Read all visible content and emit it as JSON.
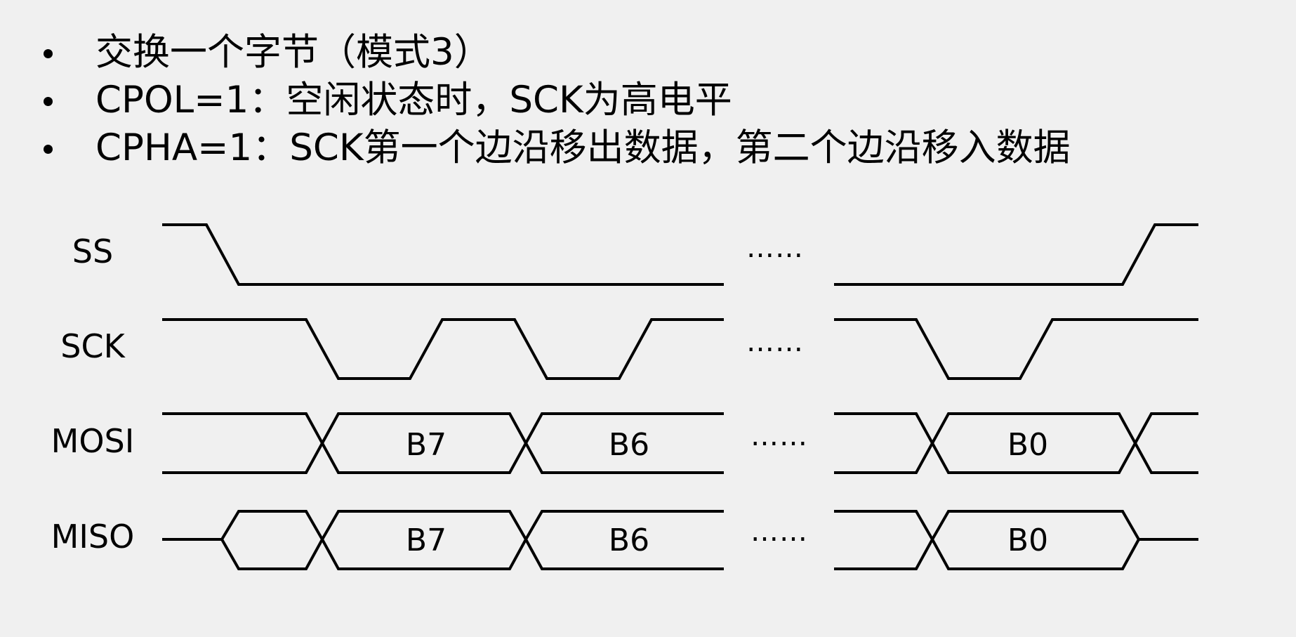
{
  "bullets": [
    "交换一个字节（模式3）",
    "CPOL=1：空闲状态时，SCK为高电平",
    "CPHA=1：SCK第一个边沿移出数据，第二个边沿移入数据"
  ],
  "signals": {
    "ss": "SS",
    "sck": "SCK",
    "mosi": "MOSI",
    "miso": "MISO"
  },
  "bytes": {
    "mosi_b7": "B7",
    "mosi_b6": "B6",
    "mosi_b0": "B0",
    "miso_b7": "B7",
    "miso_b6": "B6",
    "miso_b0": "B0"
  },
  "ellipsis": "……",
  "colors": {
    "background": "#f0f0f0",
    "ink": "#000000"
  }
}
